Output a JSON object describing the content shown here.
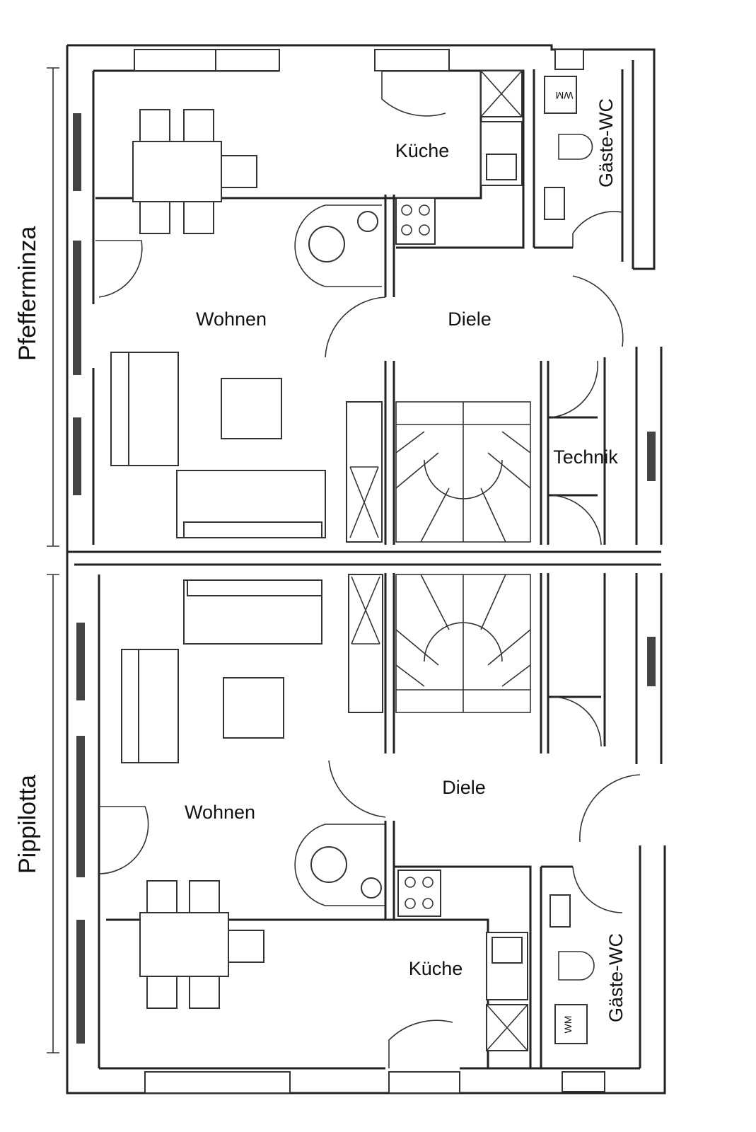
{
  "units": {
    "top": "Pfefferminza",
    "bottom": "Pippilotta"
  },
  "rooms": {
    "top_kitchen": "Küche",
    "top_wc": "Gäste-WC",
    "top_living": "Wohnen",
    "top_hall": "Diele",
    "technik": "Technik",
    "bottom_living": "Wohnen",
    "bottom_hall": "Diele",
    "bottom_kitchen": "Küche",
    "bottom_wc": "Gäste-WC"
  },
  "fixtures": {
    "wm_top": "WM",
    "wm_bottom": "WM"
  }
}
